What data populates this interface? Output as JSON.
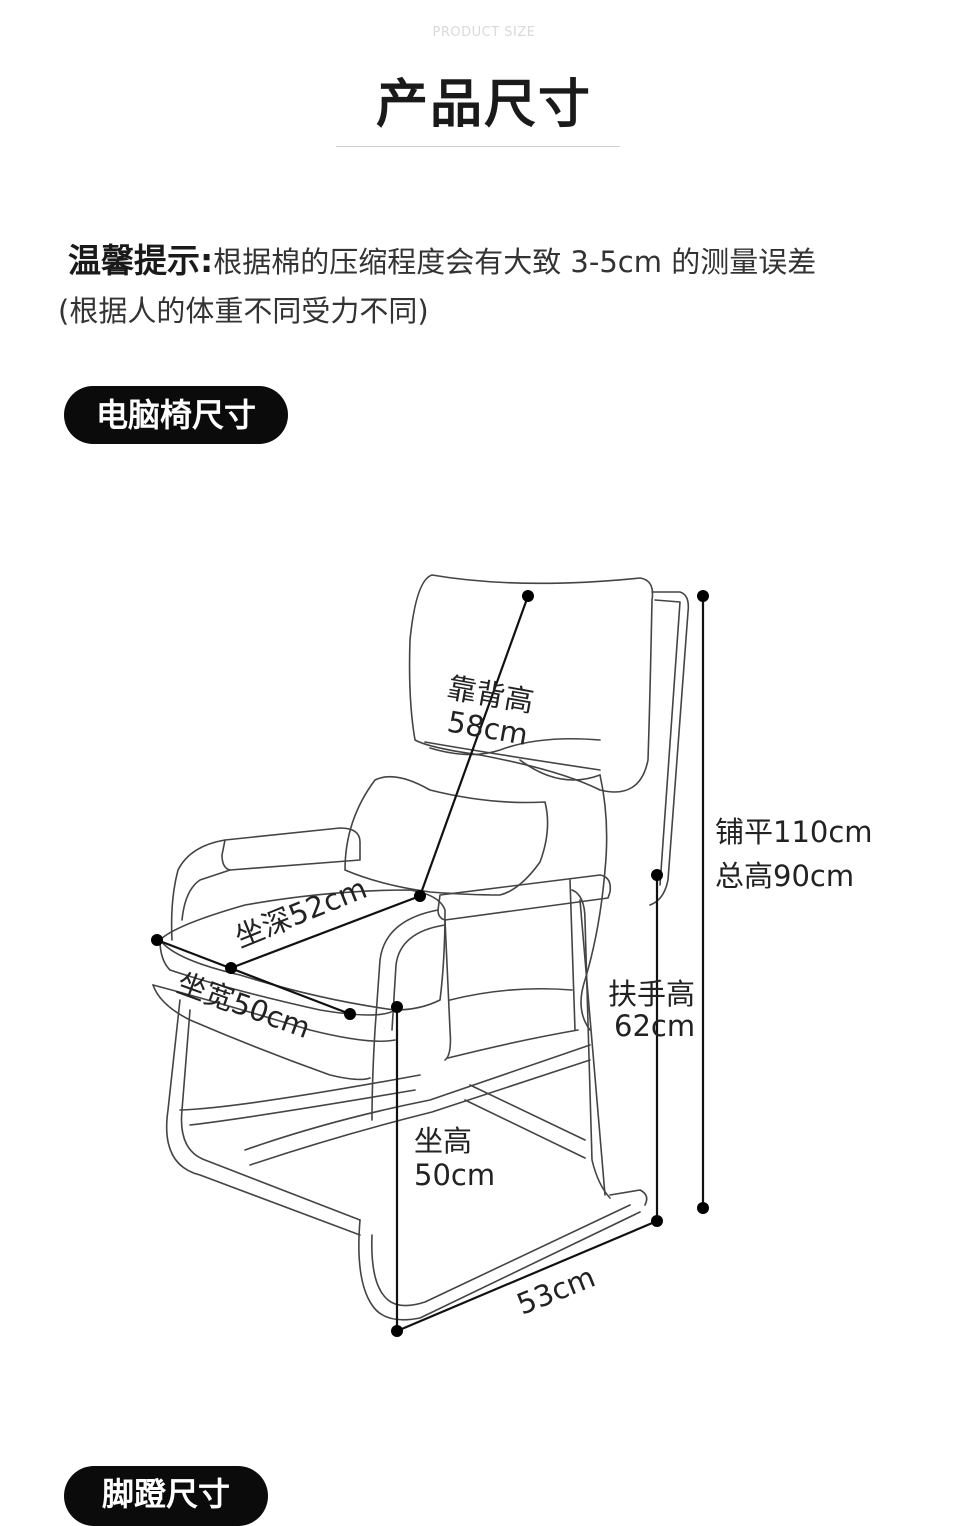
{
  "header": {
    "eyebrow": "PRODUCT SIZE",
    "title": "产品尺寸"
  },
  "tip": {
    "label": "温馨提示:",
    "text": "根据棉的压缩程度会有大致 3-5cm 的测量误差",
    "note": "(根据人的体重不同受力不同)"
  },
  "sections": {
    "chair_title": "电脑椅尺寸",
    "footstool_title": "脚蹬尺寸"
  },
  "dimensions": {
    "back_height_label": "靠背高",
    "back_height_value": "58cm",
    "seat_depth": "坐深52cm",
    "seat_width": "坐宽50cm",
    "flat_length": "铺平110cm",
    "total_height": "总高90cm",
    "armrest_height_label": "扶手高",
    "armrest_height_value": "62cm",
    "seat_height_label": "坐高",
    "seat_height_value": "50cm",
    "base_length": "53cm"
  }
}
